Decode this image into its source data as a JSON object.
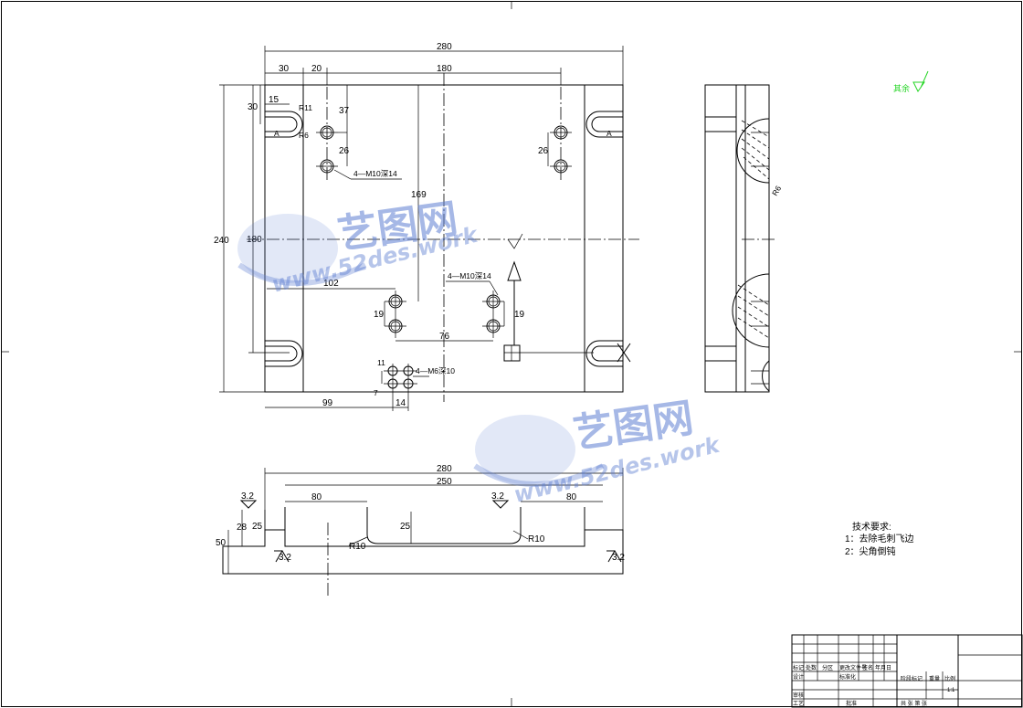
{
  "front_view": {
    "dims": {
      "w280": "280",
      "d30": "30",
      "d20": "20",
      "d180": "180",
      "h240": "240",
      "h180": "180",
      "h169": "169",
      "d15": "15",
      "v30": "30",
      "r11": "R11",
      "r6": "R6",
      "v37": "37",
      "v26a": "26",
      "v26b": "26",
      "d102": "102",
      "v19a": "19",
      "v19b": "19",
      "d76": "76",
      "v11": "11",
      "v7": "7",
      "d99": "99",
      "d14": "14"
    },
    "callouts": {
      "m10_top": "4—M10深14",
      "m10_mid": "4—M10深14",
      "m6": "4—M6深10"
    },
    "section_marks": {
      "left": "A",
      "right": "A"
    }
  },
  "side_view": {
    "dim_r6": "R6"
  },
  "bottom_view": {
    "dims": {
      "w280": "280",
      "w250": "250",
      "d80a": "80",
      "d80b": "80",
      "h50": "50",
      "h28": "28",
      "h25a": "25",
      "h25b": "25",
      "r10a": "R10",
      "r10b": "R10"
    },
    "roughness": [
      "3.2",
      "3.2",
      "3.2",
      "3.2"
    ]
  },
  "other_surface": {
    "label": "其余"
  },
  "tech_requirements": {
    "title": "技术要求:",
    "items": [
      "1：去除毛刺飞边",
      "2：尖角倒钝"
    ]
  },
  "title_block": {
    "row_labels": [
      "标记",
      "处数",
      "分区",
      "更改文件号",
      "签名",
      "年月日"
    ],
    "design": "设计",
    "standardization": "标准化",
    "review": "审核",
    "process": "工艺",
    "approve": "批准",
    "stage_label": "阶段标记",
    "weight_label": "重量",
    "scale_label": "比例",
    "scale": "1:1",
    "sheets": "共  张  第  张"
  },
  "watermarks": [
    {
      "cn": "艺图网",
      "url": "www.52des.work"
    },
    {
      "cn": "艺图网",
      "url": "www.52des.work"
    }
  ],
  "colors": {
    "line": "#000000",
    "roughness_other": "#27d627",
    "watermark": "#5f7fd2"
  }
}
